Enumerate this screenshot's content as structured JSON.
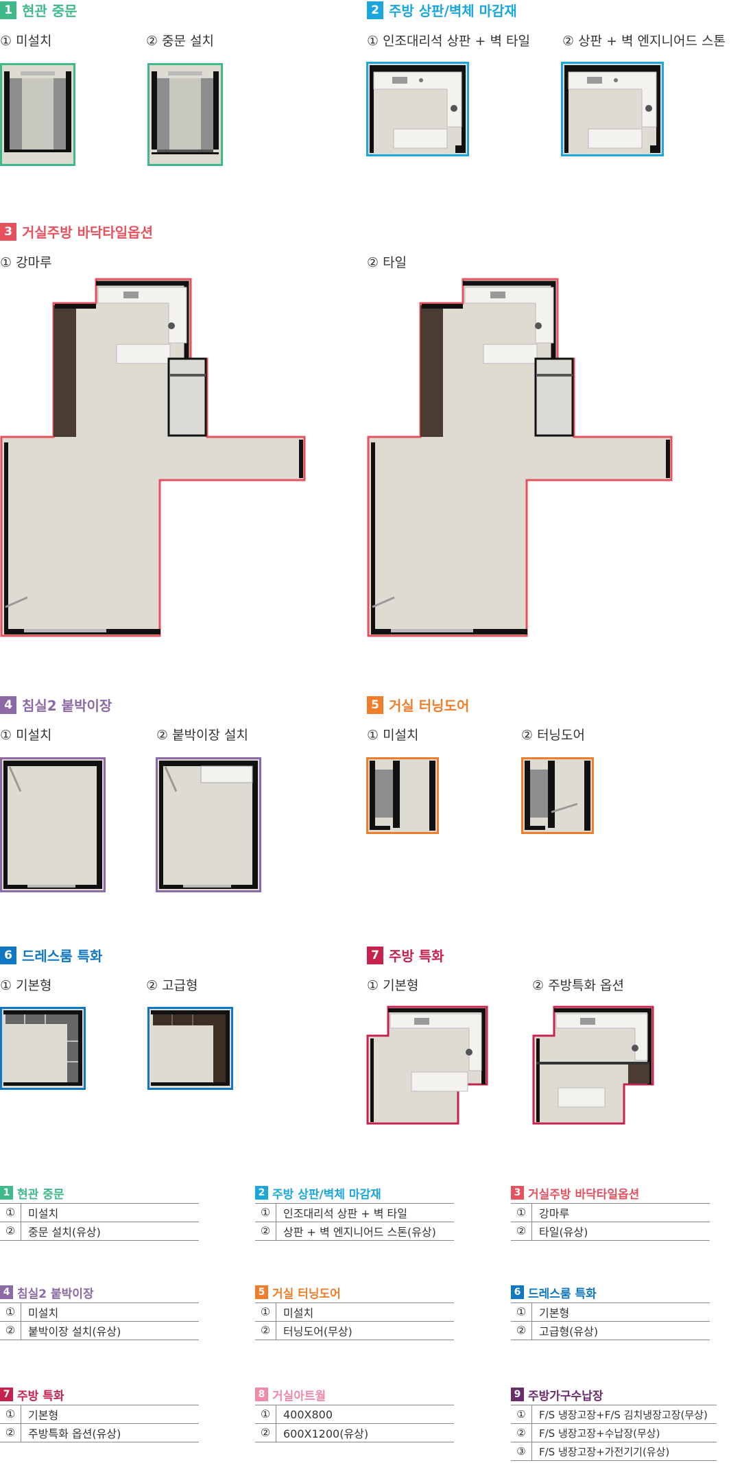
{
  "colors": {
    "s1": "#3fb88a",
    "s2": "#1ba6dc",
    "s3": "#e5515d",
    "s4": "#8c6aa5",
    "s5": "#f07d2b",
    "s6": "#1078c2",
    "s7": "#c5234e",
    "s8": "#f08aa6",
    "s9": "#6b2c6b",
    "floor": "#dedbd3",
    "wall": "#111111",
    "dark_floor": "#4a3b33",
    "grey_door": "#8e8e8e"
  },
  "sections": [
    {
      "num": "1",
      "title": "현관 중문",
      "options": [
        "① 미설치",
        "② 중문 설치"
      ]
    },
    {
      "num": "2",
      "title": "주방 상판/벽체 마감재",
      "options": [
        "① 인조대리석 상판 + 벽 타일",
        "② 상판 + 벽 엔지니어드 스톤"
      ]
    },
    {
      "num": "3",
      "title": "거실주방 바닥타일옵션",
      "options": [
        "① 강마루",
        "② 타일"
      ]
    },
    {
      "num": "4",
      "title": "침실2 붙박이장",
      "options": [
        "① 미설치",
        "② 붙박이장 설치"
      ]
    },
    {
      "num": "5",
      "title": "거실 터닝도어",
      "options": [
        "① 미설치",
        "② 터닝도어"
      ]
    },
    {
      "num": "6",
      "title": "드레스룸 특화",
      "options": [
        "① 기본형",
        "② 고급형"
      ]
    },
    {
      "num": "7",
      "title": "주방 특화",
      "options": [
        "① 기본형",
        "② 주방특화 옵션"
      ]
    }
  ],
  "legend": [
    {
      "num": "1",
      "title": "현관 중문",
      "rows": [
        [
          "①",
          "미설치"
        ],
        [
          "②",
          "중문 설치(유상)"
        ]
      ]
    },
    {
      "num": "2",
      "title": "주방 상판/벽체 마감재",
      "rows": [
        [
          "①",
          "인조대리석 상판 + 벽 타일"
        ],
        [
          "②",
          "상판 + 벽 엔지니어드 스톤(유상)"
        ]
      ]
    },
    {
      "num": "3",
      "title": "거실주방 바닥타일옵션",
      "rows": [
        [
          "①",
          "강마루"
        ],
        [
          "②",
          "타일(유상)"
        ]
      ]
    },
    {
      "num": "4",
      "title": "침실2 붙박이장",
      "rows": [
        [
          "①",
          "미설치"
        ],
        [
          "②",
          "붙박이장 설치(유상)"
        ]
      ]
    },
    {
      "num": "5",
      "title": "거실 터닝도어",
      "rows": [
        [
          "①",
          "미설치"
        ],
        [
          "②",
          "터닝도어(무상)"
        ]
      ]
    },
    {
      "num": "6",
      "title": "드레스룸 특화",
      "rows": [
        [
          "①",
          "기본형"
        ],
        [
          "②",
          "고급형(유상)"
        ]
      ]
    },
    {
      "num": "7",
      "title": "주방 특화",
      "rows": [
        [
          "①",
          "기본형"
        ],
        [
          "②",
          "주방특화 옵션(유상)"
        ]
      ]
    },
    {
      "num": "8",
      "title": "거실아트월",
      "rows": [
        [
          "①",
          "400X800"
        ],
        [
          "②",
          "600X1200(유상)"
        ]
      ]
    },
    {
      "num": "9",
      "title": "주방가구수납장",
      "rows": [
        [
          "①",
          "F/S 냉장고장+F/S 김치냉장고장(무상)"
        ],
        [
          "②",
          "F/S 냉장고장+수납장(무상)"
        ],
        [
          "③",
          "F/S 냉장고장+가전기기(유상)"
        ]
      ]
    }
  ]
}
